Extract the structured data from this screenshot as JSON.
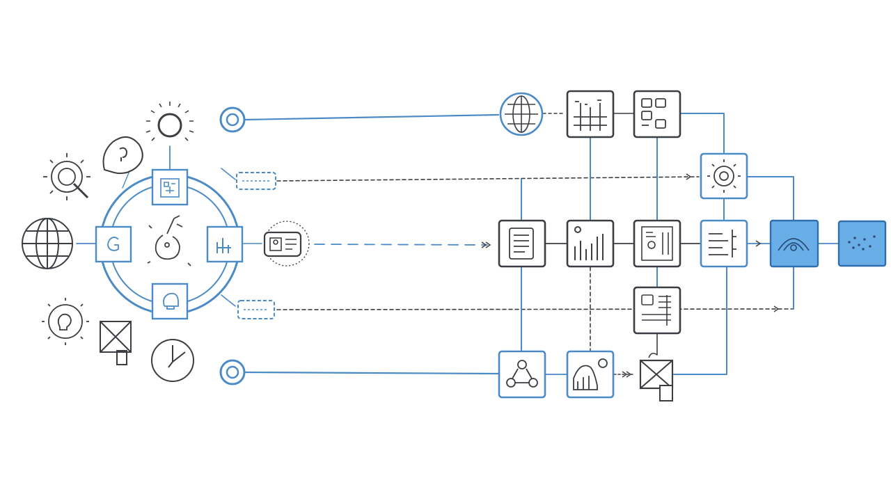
{
  "colors": {
    "background": "#ffffff",
    "blue_line": "#4a8ac7",
    "dark_line": "#3a3d42",
    "box_fill": "#ffffff",
    "highlight_fill": "#6aaee8",
    "highlight_stroke": "#2f6fb0"
  },
  "hub": {
    "center_icon": "flask-drop-icon",
    "satellites": [
      {
        "name": "hub-node-top",
        "icon": "network-card-icon"
      },
      {
        "name": "hub-node-left",
        "icon": "letter-g-icon"
      },
      {
        "name": "hub-node-right",
        "icon": "bars-icon"
      },
      {
        "name": "hub-node-bottom",
        "icon": "lamp-icon"
      }
    ],
    "outer_icons": [
      "sun-icon",
      "speech-bubble-icon",
      "gear-search-icon",
      "globe-icon",
      "gear-bulb-icon",
      "crossed-box-icon",
      "clock-icon"
    ]
  },
  "connectors": {
    "ports": [
      "port-top",
      "port-bottom"
    ],
    "placeholders": [
      "tag-upper",
      "tag-lower"
    ],
    "badge": "id-card-badge"
  },
  "pipeline": {
    "nodes": [
      "globe-node",
      "grid-node",
      "dashboard-node",
      "gear-node",
      "document-node",
      "bar-chart-node",
      "report-node",
      "list-node",
      "highlighted-node-a",
      "highlighted-node-b",
      "data-sheet-node",
      "team-node",
      "area-chart-node",
      "crossed-box-node"
    ]
  }
}
